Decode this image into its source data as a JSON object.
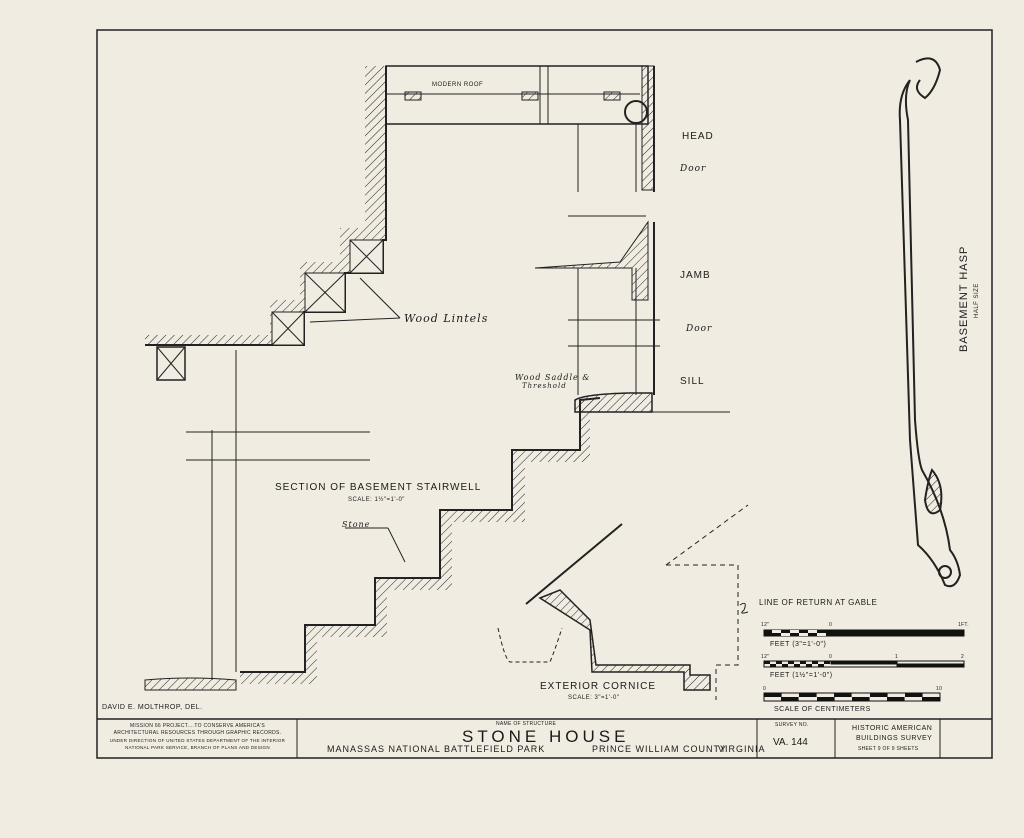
{
  "drawing": {
    "labels": {
      "modern_roof": "MODERN ROOF",
      "head": "HEAD",
      "door_top": "Door",
      "jamb": "JAMB",
      "door_mid": "Door",
      "sill": "SILL",
      "wood_lintels": "Wood Lintels",
      "wood_saddle": "Wood Saddle &",
      "threshold": "Threshold",
      "stone": "Stone",
      "section_title": "SECTION OF BASEMENT STAIRWELL",
      "section_scale": "SCALE: 1½\"=1'-0\"",
      "exterior_cornice": "EXTERIOR CORNICE",
      "cornice_scale": "SCALE: 3\"=1'-0\"",
      "line_of_return": "LINE OF RETURN AT GABLE",
      "basement_hasp": "BASEMENT HASP",
      "half_size": "HALF SIZE",
      "delineator": "DAVID E. MOLTHROP, DEL."
    },
    "scales": [
      {
        "label": "FEET (3\"=1'-0\")",
        "start": "12\"",
        "mid": "0",
        "end": "1FT."
      },
      {
        "label": "FEET (1½\"=1'-0\")",
        "start": "12\"",
        "mid": "0",
        "mid2": "1",
        "end": "2"
      },
      {
        "label": "SCALE OF CENTIMETERS",
        "start": "0",
        "end": "10"
      }
    ]
  },
  "title_block": {
    "project_line1": "MISSION 66 PROJECT....TO CONSERVE AMERICA'S",
    "project_line2": "ARCHITECTURAL RESOURCES THROUGH GRAPHIC RECORDS.",
    "project_line3": "UNDER DIRECTION OF UNITED STATES DEPARTMENT OF THE INTERIOR",
    "project_line4": "NATIONAL PARK SERVICE, BRANCH OF PLANS AND DESIGN",
    "name_caption": "NAME OF STRUCTURE",
    "structure_name": "STONE HOUSE",
    "park": "MANASSAS NATIONAL BATTLEFIELD PARK",
    "county": "PRINCE WILLIAM COUNTY",
    "state": "VIRGINIA",
    "survey_caption": "SURVEY NO.",
    "survey_no": "VA. 144",
    "habs_line1": "HISTORIC AMERICAN",
    "habs_line2": "BUILDINGS SURVEY",
    "sheet": "SHEET 9 OF 9 SHEETS"
  }
}
